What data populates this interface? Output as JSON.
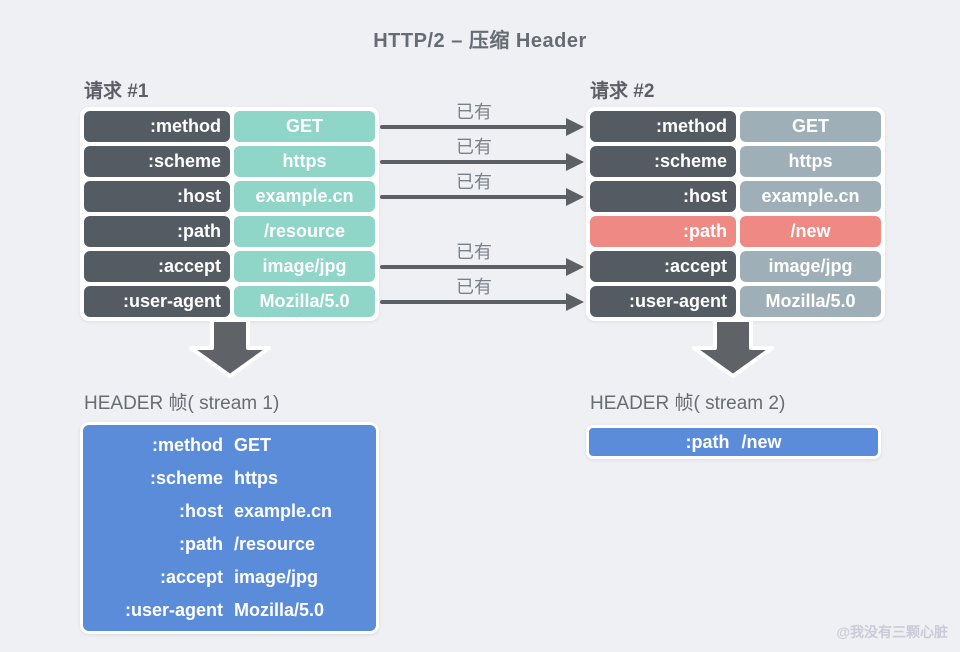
{
  "title": "HTTP/2 – 压缩 Header",
  "request1": {
    "label": "请求 #1",
    "rows": [
      {
        "key": ":method",
        "value": "GET"
      },
      {
        "key": ":scheme",
        "value": "https"
      },
      {
        "key": ":host",
        "value": "example.cn"
      },
      {
        "key": ":path",
        "value": "/resource"
      },
      {
        "key": ":accept",
        "value": "image/jpg"
      },
      {
        "key": ":user-agent",
        "value": "Mozilla/5.0"
      }
    ]
  },
  "request2": {
    "label": "请求 #2",
    "rows": [
      {
        "key": ":method",
        "value": "GET",
        "changed": false
      },
      {
        "key": ":scheme",
        "value": "https",
        "changed": false
      },
      {
        "key": ":host",
        "value": "example.cn",
        "changed": false
      },
      {
        "key": ":path",
        "value": "/new",
        "changed": true
      },
      {
        "key": ":accept",
        "value": "image/jpg",
        "changed": false
      },
      {
        "key": ":user-agent",
        "value": "Mozilla/5.0",
        "changed": false
      }
    ]
  },
  "arrows": {
    "label": "已有",
    "connected_rows": [
      ":method",
      ":scheme",
      ":host",
      ":accept",
      ":user-agent"
    ]
  },
  "frame1": {
    "label": "HEADER 帧( stream 1)",
    "rows": [
      {
        "key": ":method",
        "value": "GET"
      },
      {
        "key": ":scheme",
        "value": "https"
      },
      {
        "key": ":host",
        "value": "example.cn"
      },
      {
        "key": ":path",
        "value": "/resource"
      },
      {
        "key": ":accept",
        "value": "image/jpg"
      },
      {
        "key": ":user-agent",
        "value": "Mozilla/5.0"
      }
    ]
  },
  "frame2": {
    "label": "HEADER 帧( stream 2)",
    "row": {
      "key": ":path",
      "value": "/new"
    }
  },
  "watermark": "@我没有三颗心脏",
  "colors": {
    "bg": "#eff0f4",
    "dark": "#555b62",
    "teal": "#8fd5c8",
    "grayblue": "#9fafb7",
    "salmon": "#ef8984",
    "blue": "#5b8cd9",
    "arrow": "#5d6064",
    "label": "#676c74",
    "watermark": "#c9ccd6"
  }
}
